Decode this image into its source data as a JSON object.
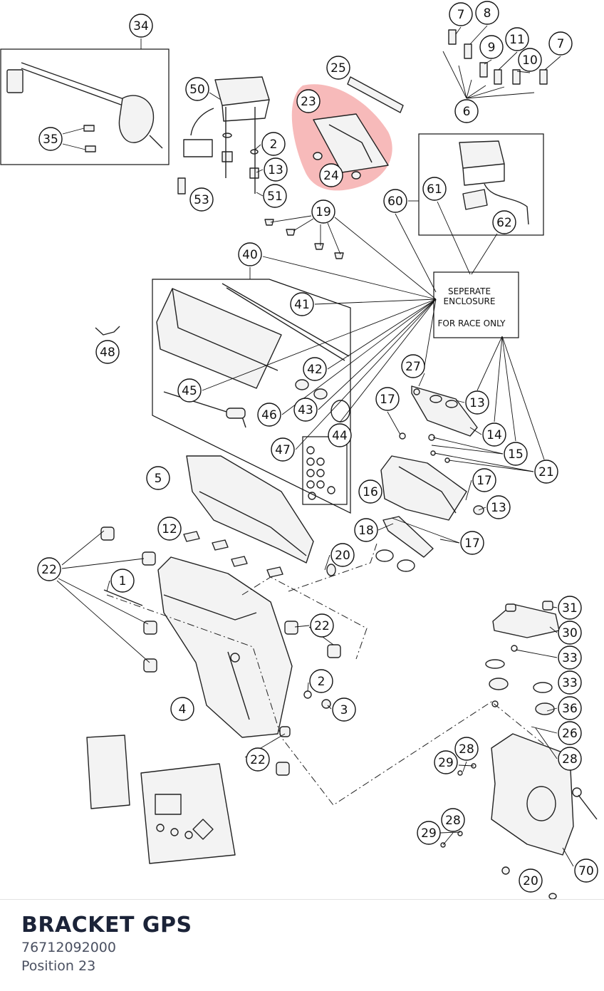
{
  "diagram": {
    "enclosure_label": {
      "line1": "SEPERATE",
      "line2": "ENCLOSURE",
      "line3": "FOR RACE ONLY"
    },
    "highlight_color": "#e83a3a",
    "highlighted_callouts": [
      "23",
      "24"
    ],
    "callouts": [
      {
        "id": "c34",
        "label": "34"
      },
      {
        "id": "c35",
        "label": "35"
      },
      {
        "id": "c50",
        "label": "50"
      },
      {
        "id": "c2a",
        "label": "2"
      },
      {
        "id": "c13a",
        "label": "13"
      },
      {
        "id": "c51",
        "label": "51"
      },
      {
        "id": "c53",
        "label": "53"
      },
      {
        "id": "c25",
        "label": "25"
      },
      {
        "id": "c23",
        "label": "23"
      },
      {
        "id": "c24",
        "label": "24"
      },
      {
        "id": "c7a",
        "label": "7"
      },
      {
        "id": "c8",
        "label": "8"
      },
      {
        "id": "c9",
        "label": "9"
      },
      {
        "id": "c11",
        "label": "11"
      },
      {
        "id": "c10",
        "label": "10"
      },
      {
        "id": "c7b",
        "label": "7"
      },
      {
        "id": "c6",
        "label": "6"
      },
      {
        "id": "c60",
        "label": "60"
      },
      {
        "id": "c61",
        "label": "61"
      },
      {
        "id": "c62",
        "label": "62"
      },
      {
        "id": "c19",
        "label": "19"
      },
      {
        "id": "c40",
        "label": "40"
      },
      {
        "id": "c41",
        "label": "41"
      },
      {
        "id": "c48",
        "label": "48"
      },
      {
        "id": "c42",
        "label": "42"
      },
      {
        "id": "c45",
        "label": "45"
      },
      {
        "id": "c43",
        "label": "43"
      },
      {
        "id": "c46",
        "label": "46"
      },
      {
        "id": "c44",
        "label": "44"
      },
      {
        "id": "c47",
        "label": "47"
      },
      {
        "id": "c27",
        "label": "27"
      },
      {
        "id": "c13b",
        "label": "13"
      },
      {
        "id": "c14",
        "label": "14"
      },
      {
        "id": "c15",
        "label": "15"
      },
      {
        "id": "c21",
        "label": "21"
      },
      {
        "id": "c17a",
        "label": "17"
      },
      {
        "id": "c17b",
        "label": "17"
      },
      {
        "id": "c13c",
        "label": "13"
      },
      {
        "id": "c16",
        "label": "16"
      },
      {
        "id": "c18",
        "label": "18"
      },
      {
        "id": "c17c",
        "label": "17"
      },
      {
        "id": "c5",
        "label": "5"
      },
      {
        "id": "c12",
        "label": "12"
      },
      {
        "id": "c20a",
        "label": "20"
      },
      {
        "id": "c22a",
        "label": "22"
      },
      {
        "id": "c1",
        "label": "1"
      },
      {
        "id": "c22b",
        "label": "22"
      },
      {
        "id": "c2b",
        "label": "2"
      },
      {
        "id": "c3",
        "label": "3"
      },
      {
        "id": "c4",
        "label": "4"
      },
      {
        "id": "c22c",
        "label": "22"
      },
      {
        "id": "c31",
        "label": "31"
      },
      {
        "id": "c30",
        "label": "30"
      },
      {
        "id": "c33a",
        "label": "33"
      },
      {
        "id": "c33b",
        "label": "33"
      },
      {
        "id": "c36",
        "label": "36"
      },
      {
        "id": "c26",
        "label": "26"
      },
      {
        "id": "c28a",
        "label": "28"
      },
      {
        "id": "c29a",
        "label": "29"
      },
      {
        "id": "c28b",
        "label": "28"
      },
      {
        "id": "c28c",
        "label": "28"
      },
      {
        "id": "c29b",
        "label": "29"
      },
      {
        "id": "c70",
        "label": "70"
      },
      {
        "id": "c20b",
        "label": "20"
      }
    ]
  },
  "part": {
    "name": "BRACKET GPS",
    "number": "76712092000",
    "position": "Position 23"
  }
}
